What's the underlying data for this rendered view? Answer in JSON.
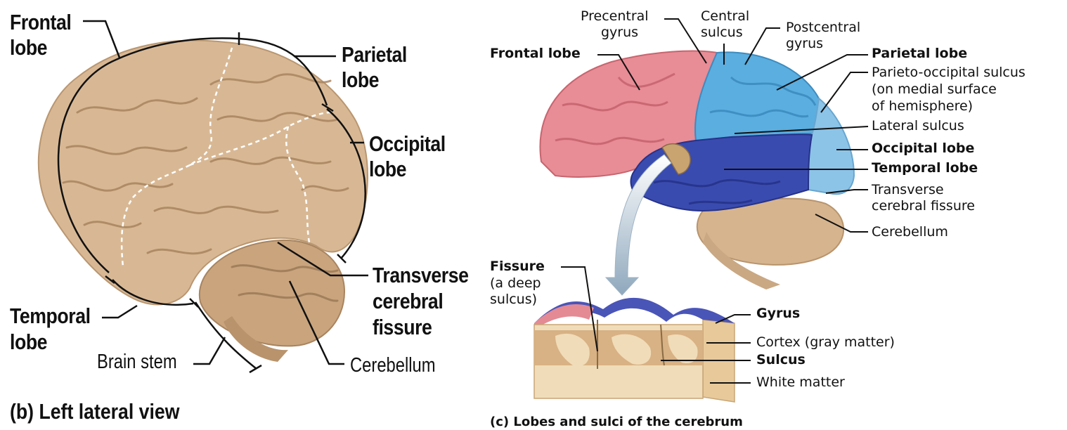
{
  "left_panel": {
    "caption": "(b) Left lateral view",
    "labels": {
      "frontal_1": "Frontal",
      "frontal_2": "lobe",
      "parietal_1": "Parietal",
      "parietal_2": "lobe",
      "occipital_1": "Occipital",
      "occipital_2": "lobe",
      "transverse_1": "Transverse",
      "transverse_2": "cerebral",
      "transverse_3": "fissure",
      "temporal_1": "Temporal",
      "temporal_2": "lobe",
      "brain_stem": "Brain stem",
      "cerebellum": "Cerebellum"
    }
  },
  "right_panel": {
    "caption": "(c) Lobes and sulci of the cerebrum",
    "labels": {
      "precentral_1": "Precentral",
      "precentral_2": "gyrus",
      "central_1": "Central",
      "central_2": "sulcus",
      "postcentral_1": "Postcentral",
      "postcentral_2": "gyrus",
      "frontal_lobe": "Frontal lobe",
      "parietal_lobe": "Parietal lobe",
      "parieto_1": "Parieto-occipital sulcus",
      "parieto_2": "(on medial surface",
      "parieto_3": "of hemisphere)",
      "lateral_sulcus": "Lateral sulcus",
      "occipital_lobe": "Occipital lobe",
      "temporal_lobe": "Temporal lobe",
      "transverse_1": "Transverse",
      "transverse_2": "cerebral fissure",
      "cerebellum": "Cerebellum",
      "fissure_1": "Fissure",
      "fissure_2": "(a deep",
      "fissure_3": "sulcus)",
      "gyrus": "Gyrus",
      "cortex": "Cortex (gray matter)",
      "sulcus": "Sulcus",
      "white_matter": "White matter"
    }
  },
  "colors": {
    "brain_tan": "#d8b894",
    "frontal": "#e88c96",
    "parietal": "#5aaee0",
    "temporal": "#3a4bb0",
    "occipital": "#8cc4e8",
    "cerebellum": "#d6b48e"
  }
}
